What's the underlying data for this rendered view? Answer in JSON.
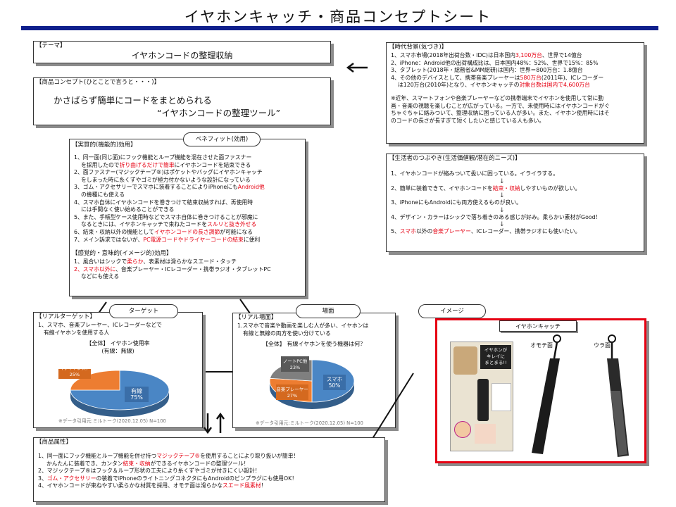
{
  "page_title": "イヤホンキャッチ・商品コンセプトシート",
  "theme": {
    "label": "【テーマ】",
    "text": "イヤホンコードの整理収納"
  },
  "concept": {
    "label": "【商品コンセプト(ひとことで言うと・・・)】",
    "line1": "かさばらず簡単にコードをまとめられる",
    "line2": "“イヤホンコードの整理ツール”"
  },
  "benefit": {
    "pill": "ベネフィット(効用)",
    "func_label": "【実質的(機能的)効用】",
    "f1a": "1、同一面(同じ面)にフック機能とループ機能を混在させた面ファスナー",
    "f1b_pre": "を採用したので",
    "f1b_red": "折り曲げるだけで簡単",
    "f1b_post": "にイヤホンコードを結束できる",
    "f2a": "2、面ファスナー(マジックテープ®)はポケットやバッグにイヤホンキャッチ",
    "f2b": "をしまった時に糸くずやゴミが極力付かないような設計になっている",
    "f3a_pre": "3、ゴム・アクセサリーでスマホに装着することによりiPhoneにも",
    "f3a_red": "Android他",
    "f3b": "の機種にも使える",
    "f4a": "4、スマホ自体にイヤホンコードを巻きつけて結束収納すれば、再使用時",
    "f4b": "には手間なく使い始めることができる",
    "f5a": "5、また、手帳型ケース使用時などでスマホ自体に巻きつけることが邪魔に",
    "f5b_pre": "なるときには、イヤホンキャッチで束ねたコードを",
    "f5b_red": "スルリと抜き外せる",
    "f6_pre": "6、結束・収納以外の機能として",
    "f6_red": "イヤホンコードの長さ調節",
    "f6_post": "が可能になる",
    "f7_pre": "7、メイン訴求ではないが、",
    "f7_red": "PC電源コードやドライヤーコードの結束",
    "f7_post": "に便利",
    "emo_label": "【感覚的・意味的(イメージ的)効用】",
    "e1_pre": "1、風合いはシックで",
    "e1_red": "柔らか",
    "e1_post": "、表素材は滑らかなスエード・タッチ",
    "e2_red": "2、スマホ以外に",
    "e2_post": "、音楽プレーヤー・ICレコーダー・携帯ラジオ・タブレットPC",
    "e2b": "などにも使える"
  },
  "background": {
    "label": "【時代背景(気づき)】",
    "b1_pre": "1、スマホ市場(2018年出荷台数・IDC)は日本国内",
    "b1_red": "3,100万台",
    "b1_post": "、世界で14億台",
    "b2": "2、iPhone：Android他の出荷構成比は、日本国内48%：52%、世界で15%：85%",
    "b3": "3、タブレット(2018年・総務省&MM総研)は国内：世界＝800万台：1.8億台",
    "b4_pre": "4、その他のデバイスとして、携帯音楽プレーヤーは",
    "b4_red": "580万台",
    "b4_post": "(2011年)、ICレコーダー",
    "b4b_pre": "は120万台(2010年)となり、イヤホンキャッチの",
    "b4b_red": "対象台数は国内で4,600万台",
    "note1": "※近年、スマートフォンや音楽プレーヤーなどの携帯端末でイヤホンを使用して常に動",
    "note2": "画・音楽の視聴を楽しむことが広がっている。一方で、未使用時にはイヤホンコードがぐ",
    "note3": "ちゃぐちゃに絡みついて、整理収納に困っている人が多い。また、イヤホン使用時にはそ",
    "note4": "のコードの長さが長すぎて短くしたいと感じている人も多い。"
  },
  "needs": {
    "label": "【生活者のつぶやき(生活価値観/潜在的ニーズ)】",
    "n1": "1、イヤホンコードが絡みついて扱いに困っている。イライラする。",
    "n2_pre": "2、簡単に装着できて、イヤホンコードを",
    "n2_red": "結束・収納",
    "n2_post": "しやすいものが欲しい。",
    "n3": "3、iPhoneにもAndroidにも両方使えるものが良い。",
    "n4": "4、デザイン・カラーはシックで落ち着きのある感じが好み。柔らかい素材がGood！",
    "n5_pre": "5、",
    "n5_red1": "スマホ",
    "n5_mid": "以外の",
    "n5_red2": "音楽プレーヤー",
    "n5_post": "、ICレコーダー、携帯ラジオにも使いたい。",
    "down": "↓"
  },
  "target": {
    "pill": "ターゲット",
    "label": "【リアルターゲット】",
    "l1": "1、スマホ、音楽プレーヤー、ICレコーダーなどで",
    "l2": "有線イヤホンを使用する人",
    "chart_title": "【全体】 イヤホン使用率",
    "chart_sub": "(有線：無線)",
    "source": "※データ引用元:ミルトーク(2020.12.05)  N=100"
  },
  "scene": {
    "pill": "場面",
    "label": "【リアル場面】",
    "l1": "1.スマホで音楽や動画を楽しむ人が多い、イヤホンは",
    "l2": "有線と無線の両方を使い分けている",
    "chart_title": "【全体】 有線イヤホンを使う機器は何？",
    "source": "※データ引用元:ミルトーク(2020.12.05)  N=100"
  },
  "image_panel": {
    "pill": "イメージ",
    "product_label": "イヤホンキャッチ",
    "front": "オモテ面",
    "back": "ウラ面",
    "pkg_text1": "イヤホンが",
    "pkg_text2": "キレイに",
    "pkg_text3": "まとまる!!"
  },
  "attributes": {
    "label": "【商品属性】",
    "a1_pre": "1、同一面にフック機能とループ機能を併せ持つ",
    "a1_red": "マジックテープ®",
    "a1_post": "を使用することにより取り扱いが簡単！",
    "a1b_pre": "かんたんに装着でき、カンタン",
    "a1b_red": "結束・収納",
    "a1b_post": "ができるイヤホンコードの整理ツール！",
    "a2": "2、マジックテープ®はフック＆ループ形状の工夫により糸くずやゴミが付きにくい設計！",
    "a3_pre": "3、",
    "a3_red": "ゴム・アクセサリー",
    "a3_post": "の装着でiPhoneのライトニングコネクタにもAndroidのピンプラグにも使用OK！",
    "a4_pre": "4、イヤホンコードが束ねやすい柔らかな材質を採用、オモテ面は滑らかな",
    "a4_red": "スエード風素材",
    "a4_post": "！"
  },
  "chart_data": [
    {
      "type": "pie",
      "title": "【全体】 イヤホン使用率",
      "subtitle": "(有線：無線)",
      "categories": [
        "有線",
        "無線 (ワイヤレス)"
      ],
      "values": [
        75,
        25
      ],
      "unit": "%",
      "colors": [
        "#4a86c5",
        "#ed7d31"
      ]
    },
    {
      "type": "pie",
      "title": "【全体】 有線イヤホンを使う機器は何？",
      "categories": [
        "スマホ",
        "音楽プレーヤー",
        "ノートPC他"
      ],
      "values": [
        50,
        27,
        23
      ],
      "unit": "%",
      "colors": [
        "#4a86c5",
        "#ed7d31",
        "#7f7f7f"
      ]
    }
  ]
}
